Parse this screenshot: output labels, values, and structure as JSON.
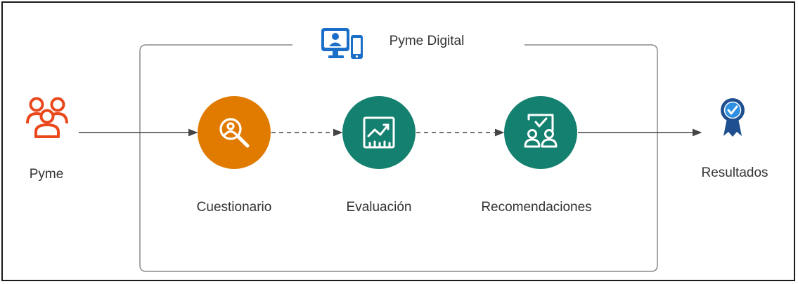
{
  "group": {
    "title": "Pyme Digital",
    "icon": "digital-devices-icon"
  },
  "nodes": {
    "source": {
      "label": "Pyme",
      "icon": "people-group-icon",
      "color": "#E8481C"
    },
    "step1": {
      "label": "Cuestionario",
      "icon": "search-person-icon",
      "color": "#E07B00"
    },
    "step2": {
      "label": "Evaluación",
      "icon": "trend-chart-icon",
      "color": "#14806F"
    },
    "step3": {
      "label": "Recomendaciones",
      "icon": "team-presentation-icon",
      "color": "#14806F"
    },
    "target": {
      "label": "Resultados",
      "icon": "award-ribbon-icon",
      "color": "#1F4F8F"
    }
  },
  "colors": {
    "group_icon": "#1C6FC9",
    "line": "#444444",
    "group_border": "#8a8a8a"
  }
}
